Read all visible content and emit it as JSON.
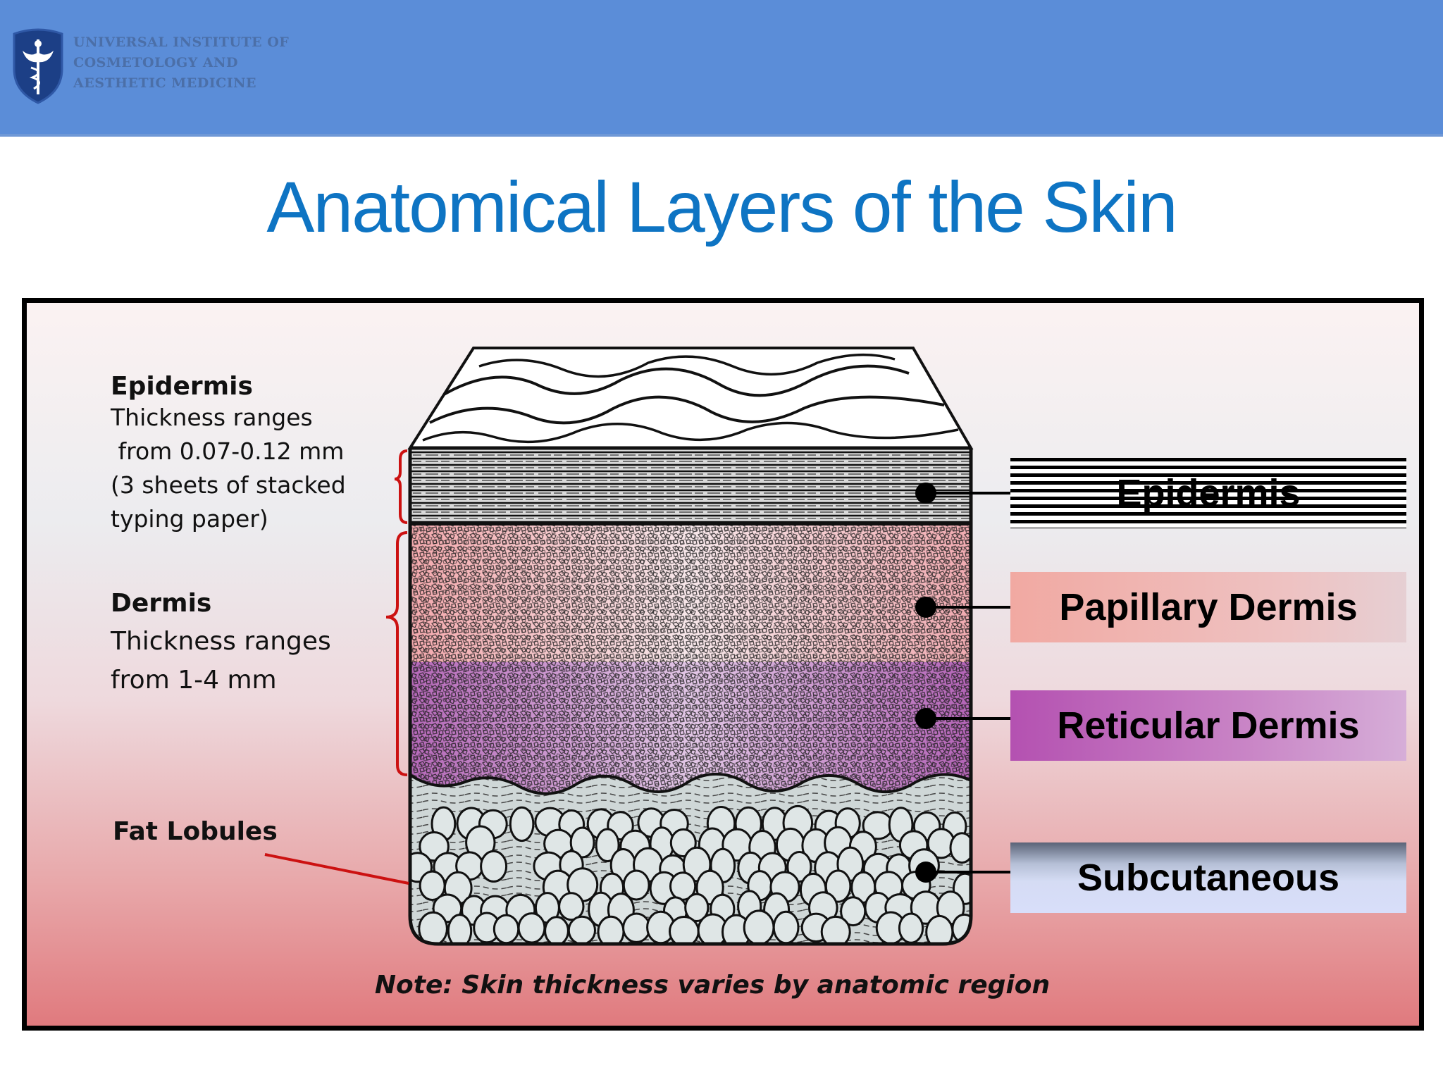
{
  "header": {
    "logo_lines": [
      "Universal Institute of",
      "Cosmetology and",
      "Aesthetic Medicine"
    ],
    "logo_icon": "caduceus-shield-icon"
  },
  "title": "Anatomical Layers of the Skin",
  "left_notes": {
    "epidermis_heading": "Epidermis",
    "epidermis_lines": [
      "Thickness ranges",
      " from 0.07-0.12 mm",
      "(3 sheets of stacked",
      "typing paper)"
    ],
    "dermis_heading": "Dermis",
    "dermis_lines": [
      "Thickness ranges",
      "from 1-4 mm"
    ],
    "fat_label": "Fat Lobules"
  },
  "layer_labels": {
    "epidermis": "Epidermis",
    "papillary": "Papillary Dermis",
    "reticular": "Reticular Dermis",
    "subcutaneous": "Subcutaneous"
  },
  "note": "Note: Skin thickness varies by anatomic region",
  "colors": {
    "header_bg": "#5b8dd8",
    "title": "#0e74c3",
    "bracket_red": "#cc1111",
    "papillary": "#f1a9a2",
    "reticular": "#b451b1",
    "subcutaneous": "#d5dcf4"
  }
}
